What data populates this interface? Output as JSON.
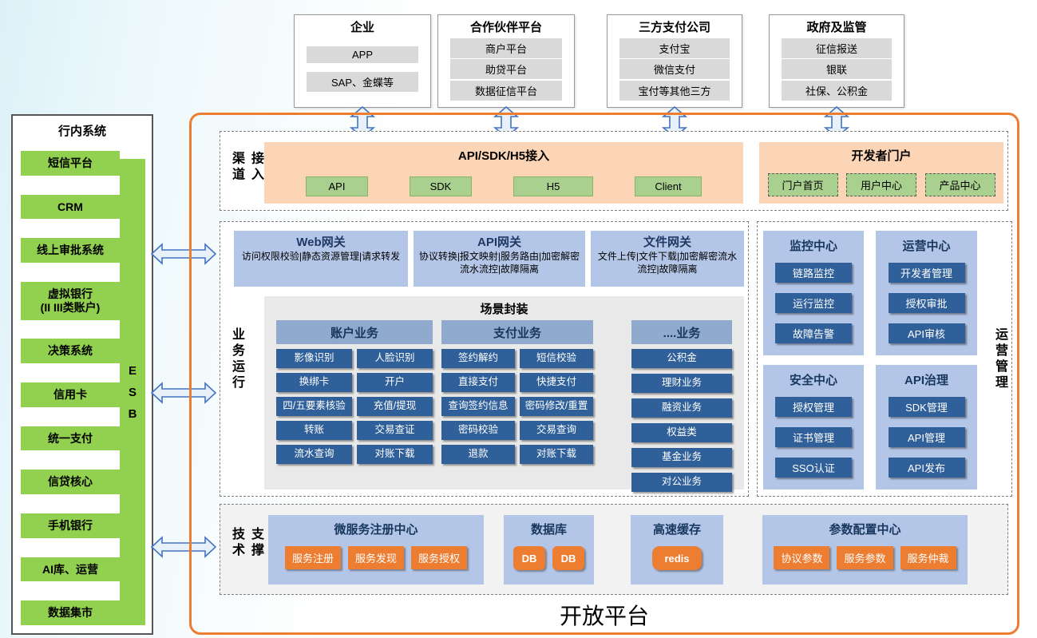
{
  "external_systems": [
    {
      "title": "企业",
      "items": [
        "APP",
        "SAP、金蝶等"
      ]
    },
    {
      "title": "合作伙伴平台",
      "items": [
        "商户平台",
        "助贷平台",
        "数据征信平台"
      ]
    },
    {
      "title": "三方支付公司",
      "items": [
        "支付宝",
        "微信支付",
        "宝付等其他三方"
      ]
    },
    {
      "title": "政府及监管",
      "items": [
        "征信报送",
        "银联",
        "社保、公积金"
      ]
    }
  ],
  "internal": {
    "title": "行内系统",
    "esb": "ESB",
    "items": [
      "短信平台",
      "CRM",
      "线上审批系统",
      "虚拟银行\n(II III类账户)",
      "决策系统",
      "信用卡",
      "统一支付",
      "信贷核心",
      "手机银行",
      "AI库、运营",
      "数据集市"
    ]
  },
  "platform": {
    "title": "开放平台",
    "channel": {
      "label": "渠道接入",
      "access": {
        "title": "API/SDK/H5接入",
        "items": [
          "API",
          "SDK",
          "H5",
          "Client"
        ]
      },
      "portal": {
        "title": "开发者门户",
        "items": [
          "门户首页",
          "用户中心",
          "产品中心"
        ]
      }
    },
    "business": {
      "label": "业务运行",
      "gateways": [
        {
          "title": "Web网关",
          "desc": "访问权限校验|静态资源管理|请求转发"
        },
        {
          "title": "API网关",
          "desc": "协议转换|报文映射|服务路由|加密解密流水流控|故障隔离"
        },
        {
          "title": "文件网关",
          "desc": "文件上传|文件下载|加密解密流水流控|故障隔离"
        }
      ],
      "scenario": {
        "title": "场景封装",
        "account": {
          "title": "账户业务",
          "items": [
            "影像识别",
            "人脸识别",
            "换绑卡",
            "开户",
            "四/五要素核验",
            "充值/提现",
            "转账",
            "交易查证",
            "流水查询",
            "对账下载"
          ]
        },
        "payment": {
          "title": "支付业务",
          "items": [
            "签约解约",
            "短信校验",
            "直接支付",
            "快捷支付",
            "查询签约信息",
            "密码修改/重置",
            "密码校验",
            "交易查询",
            "退款",
            "对账下载"
          ]
        },
        "other": {
          "title": "....业务",
          "items": [
            "公积金",
            "理财业务",
            "融资业务",
            "权益类",
            "基金业务",
            "对公业务"
          ]
        }
      }
    },
    "ops": {
      "label": "运营管理",
      "centers": [
        {
          "title": "监控中心",
          "items": [
            "链路监控",
            "运行监控",
            "故障告警"
          ]
        },
        {
          "title": "运营中心",
          "items": [
            "开发者管理",
            "授权审批",
            "API审核"
          ]
        },
        {
          "title": "安全中心",
          "items": [
            "授权管理",
            "证书管理",
            "SSO认证"
          ]
        },
        {
          "title": "API治理",
          "items": [
            "SDK管理",
            "API管理",
            "API发布"
          ]
        }
      ]
    },
    "tech": {
      "label": "技术支撑",
      "groups": [
        {
          "title": "微服务注册中心",
          "items": [
            "服务注册",
            "服务发现",
            "服务授权"
          ]
        },
        {
          "title": "数据库",
          "items": [
            "DB",
            "DB"
          ]
        },
        {
          "title": "高速缓存",
          "items": [
            "redis"
          ]
        },
        {
          "title": "参数配置中心",
          "items": [
            "协议参数",
            "服务参数",
            "服务仲裁"
          ]
        }
      ]
    }
  },
  "colors": {
    "accent_orange": "#ED7D31",
    "peach": "#FBD5B5",
    "green": "#92D050",
    "light_green": "#A9D08E",
    "panel_blue": "#B4C6E7",
    "header_blue": "#8FAACC",
    "dark_blue": "#30609A",
    "navy_text": "#1F3864",
    "arrow_blue": "#4472C4"
  }
}
